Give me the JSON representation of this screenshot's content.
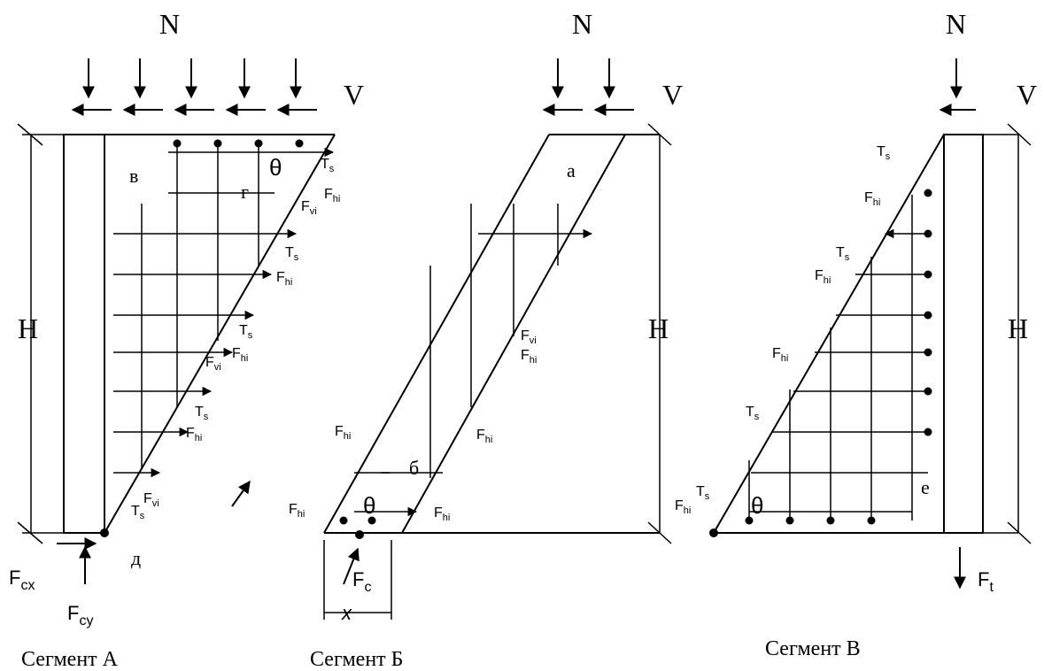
{
  "labels": {
    "N": "N",
    "V": "V",
    "H": "H",
    "theta": "θ",
    "x": "x",
    "Ts": "T",
    "Ts_sub": "s",
    "Fvi": "F",
    "Fvi_sub": "vi",
    "Fhi": "F",
    "Fhi_sub": "hi",
    "F": "F",
    "Fcx_sub": "cx",
    "Fcy_sub": "cy",
    "Fc_sub": "c",
    "Ft_sub": "t",
    "pt_a": "а",
    "pt_b": "б",
    "pt_v": "в",
    "pt_g": "г",
    "pt_d": "д",
    "pt_e": "е"
  },
  "captions": {
    "segA": "Сегмент А",
    "segB": "Сегмент Б",
    "segC": "Сегмент В"
  },
  "colors": {
    "line": "#000000",
    "background": "#ffffff"
  }
}
